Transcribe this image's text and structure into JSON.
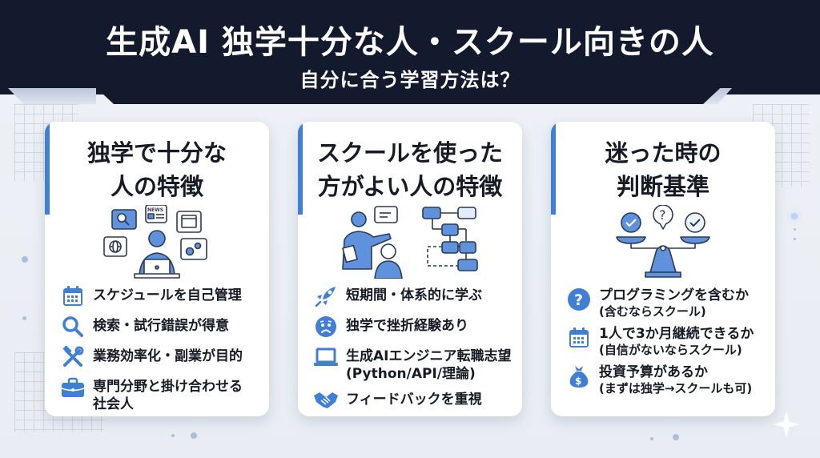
{
  "header": {
    "title": "生成AI 独学十分な人・スクール向きの人",
    "subtitle": "自分に合う学習方法は？"
  },
  "colors": {
    "header_bg": "#141a2e",
    "accent": "#3f7fd8",
    "icon_blue": "#3f7fd8",
    "card_bg": "#ffffff",
    "page_bg": "#eef1f6",
    "text": "#161b26"
  },
  "cards": [
    {
      "title_line1": "独学で十分な",
      "title_line2": "人の特徴",
      "illustration": "person-with-laptop-surrounded-by-search-news-calendar-globe-gears-icons",
      "items": [
        {
          "icon": "calendar-icon",
          "text": "スケジュールを自己管理",
          "sub": ""
        },
        {
          "icon": "search-icon",
          "text": "検索・試行錯誤が得意",
          "sub": ""
        },
        {
          "icon": "tools-icon",
          "text": "業務効率化・副業が目的",
          "sub": ""
        },
        {
          "icon": "briefcase-icon",
          "text": "専門分野と掛け合わせる",
          "sub": "社会人"
        }
      ]
    },
    {
      "title_line1": "スクールを使った",
      "title_line2": "方がよい人の特徴",
      "illustration": "mentor-teaching-student-and-flowchart",
      "items": [
        {
          "icon": "rocket-icon",
          "text": "短期間・体系的に学ぶ",
          "sub": ""
        },
        {
          "icon": "worried-face-icon",
          "text": "独学で挫折経験あり",
          "sub": ""
        },
        {
          "icon": "laptop-icon",
          "text": "生成AIエンジニア転職志望",
          "sub": "(Python/API/理論)"
        },
        {
          "icon": "handshake-icon",
          "text": "フィードバックを重視",
          "sub": ""
        }
      ]
    },
    {
      "title_line1": "迷った時の",
      "title_line2": "判断基準",
      "illustration": "balance-scale-with-check-and-question-bubbles",
      "items": [
        {
          "icon": "question-icon",
          "text": "プログラミングを含むか",
          "sub": "(含むならスクール)"
        },
        {
          "icon": "calendar-icon",
          "text": "1人で3か月継続できるか",
          "sub": "(自信がないならスクール)"
        },
        {
          "icon": "money-bag-icon",
          "text": "投資予算があるか",
          "sub": "(まずは独学→スクールも可)"
        }
      ]
    }
  ]
}
